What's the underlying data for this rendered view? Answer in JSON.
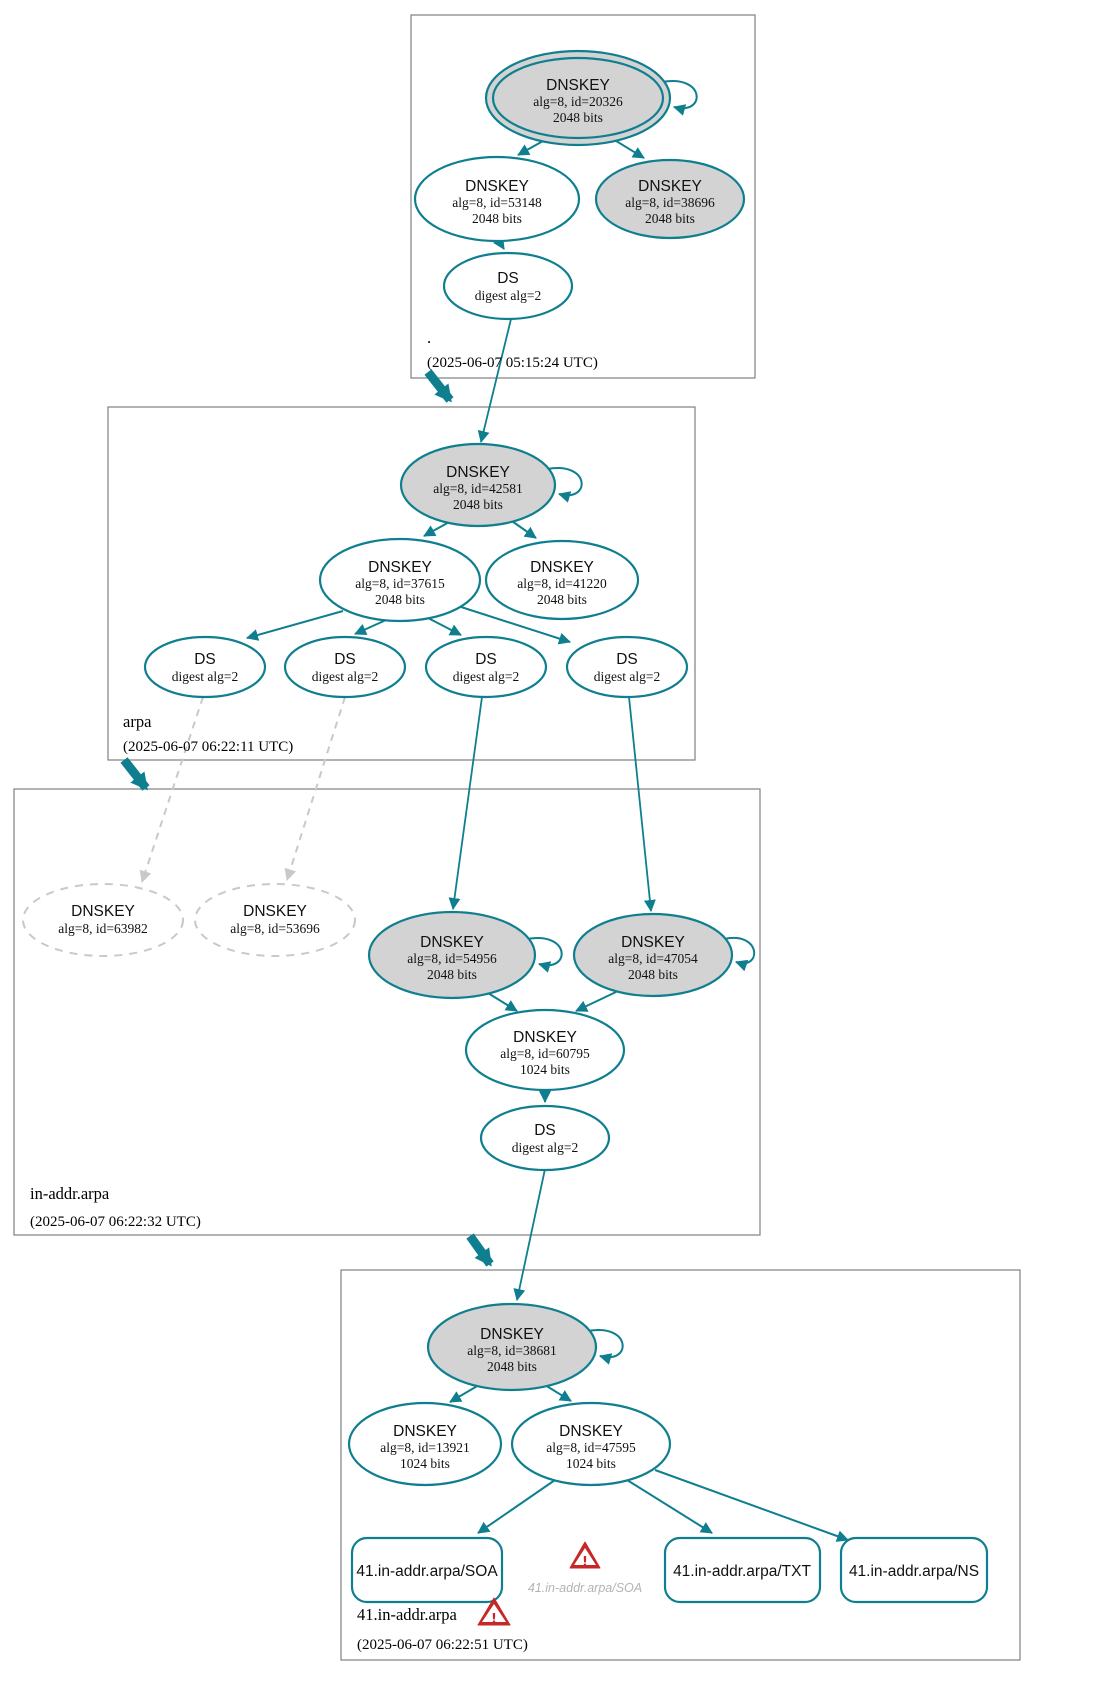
{
  "diagram": {
    "kind": "dnssec-authentication-chain",
    "colors": {
      "edge_secure_teal": "#0f7f90",
      "node_fill_gray": "#d3d3d3",
      "node_fill_white": "#ffffff",
      "dashed_gray": "#c9c9c9",
      "warning_red": "#c62828",
      "zone_box_border": "#7f7f7f"
    }
  },
  "zones": [
    {
      "name": ".",
      "timestamp": "(2025-06-07 05:15:24 UTC)",
      "nodes": {
        "ksk": {
          "type": "DNSKEY",
          "detail": "alg=8, id=20326",
          "bits": "2048 bits"
        },
        "zsk": {
          "type": "DNSKEY",
          "detail": "alg=8, id=53148",
          "bits": "2048 bits"
        },
        "ksk2": {
          "type": "DNSKEY",
          "detail": "alg=8, id=38696",
          "bits": "2048 bits"
        },
        "ds": {
          "type": "DS",
          "detail": "digest alg=2"
        }
      }
    },
    {
      "name": "arpa",
      "timestamp": "(2025-06-07 06:22:11 UTC)",
      "nodes": {
        "ksk": {
          "type": "DNSKEY",
          "detail": "alg=8, id=42581",
          "bits": "2048 bits"
        },
        "zsk1": {
          "type": "DNSKEY",
          "detail": "alg=8, id=37615",
          "bits": "2048 bits"
        },
        "zsk2": {
          "type": "DNSKEY",
          "detail": "alg=8, id=41220",
          "bits": "2048 bits"
        },
        "ds1": {
          "type": "DS",
          "detail": "digest alg=2"
        },
        "ds2": {
          "type": "DS",
          "detail": "digest alg=2"
        },
        "ds3": {
          "type": "DS",
          "detail": "digest alg=2"
        },
        "ds4": {
          "type": "DS",
          "detail": "digest alg=2"
        }
      }
    },
    {
      "name": "in-addr.arpa",
      "timestamp": "(2025-06-07 06:22:32 UTC)",
      "nodes": {
        "missing1": {
          "type": "DNSKEY",
          "detail": "alg=8, id=63982"
        },
        "missing2": {
          "type": "DNSKEY",
          "detail": "alg=8, id=53696"
        },
        "ksk1": {
          "type": "DNSKEY",
          "detail": "alg=8, id=54956",
          "bits": "2048 bits"
        },
        "ksk2": {
          "type": "DNSKEY",
          "detail": "alg=8, id=47054",
          "bits": "2048 bits"
        },
        "zsk": {
          "type": "DNSKEY",
          "detail": "alg=8, id=60795",
          "bits": "1024 bits"
        },
        "ds": {
          "type": "DS",
          "detail": "digest alg=2"
        }
      }
    },
    {
      "name": "41.in-addr.arpa",
      "timestamp": "(2025-06-07 06:22:51 UTC)",
      "nodes": {
        "ksk": {
          "type": "DNSKEY",
          "detail": "alg=8, id=38681",
          "bits": "2048 bits"
        },
        "zsk1": {
          "type": "DNSKEY",
          "detail": "alg=8, id=13921",
          "bits": "1024 bits"
        },
        "zsk2": {
          "type": "DNSKEY",
          "detail": "alg=8, id=47595",
          "bits": "1024 bits"
        }
      },
      "rrsets": {
        "soa": {
          "label": "41.in-addr.arpa/SOA"
        },
        "soa_missing": {
          "label": "41.in-addr.arpa/SOA"
        },
        "txt": {
          "label": "41.in-addr.arpa/TXT"
        },
        "ns": {
          "label": "41.in-addr.arpa/NS"
        }
      }
    }
  ]
}
